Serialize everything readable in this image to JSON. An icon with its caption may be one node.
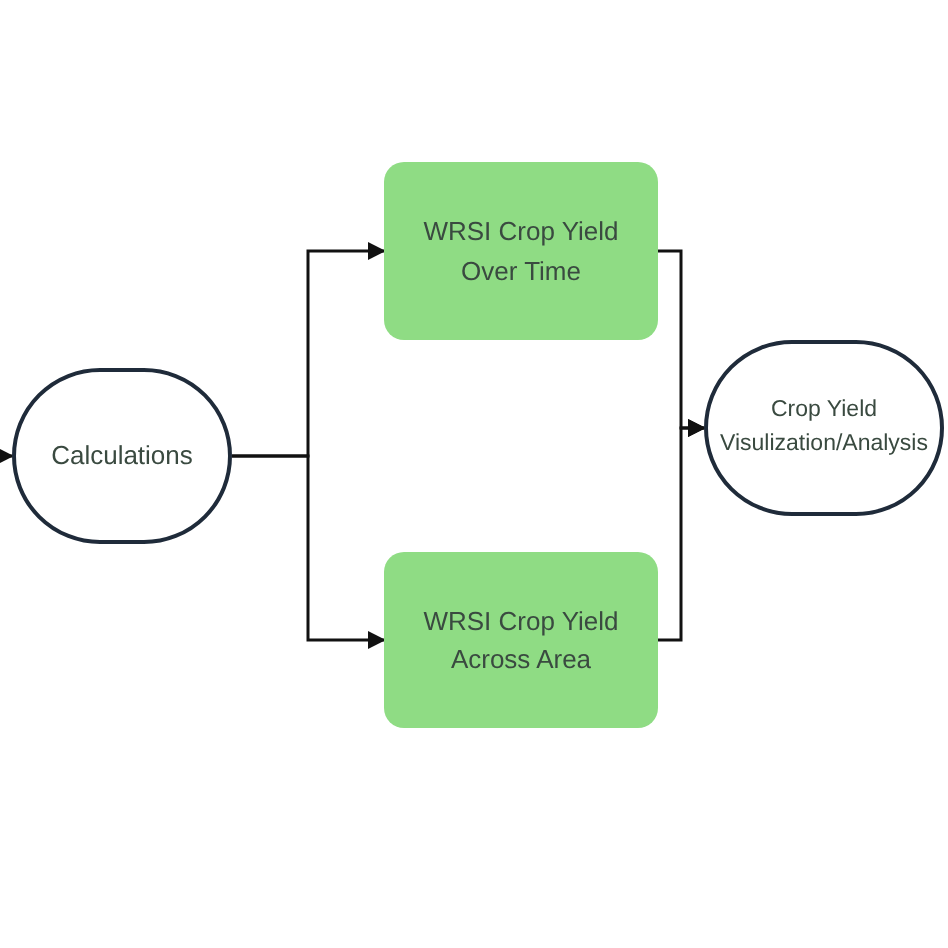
{
  "diagram": {
    "nodes": [
      {
        "text": [
          "Calculations"
        ]
      },
      {
        "text": [
          "WRSI Crop Yield Over Time"
        ]
      },
      {
        "text": [
          "WRSI Crop Yield Across Area"
        ]
      },
      {
        "text": [
          "Crop Yield Visulization/Analysis"
        ]
      }
    ],
    "edges": [
      {
        "from": null,
        "to": 0,
        "arrow": "to"
      },
      {
        "from": 0,
        "to": 1,
        "arrow": "to"
      },
      {
        "from": 0,
        "to": 2,
        "arrow": "to"
      },
      {
        "from": 1,
        "to": 3,
        "arrow": "to"
      },
      {
        "from": 2,
        "to": 3,
        "arrow": "to"
      }
    ]
  }
}
